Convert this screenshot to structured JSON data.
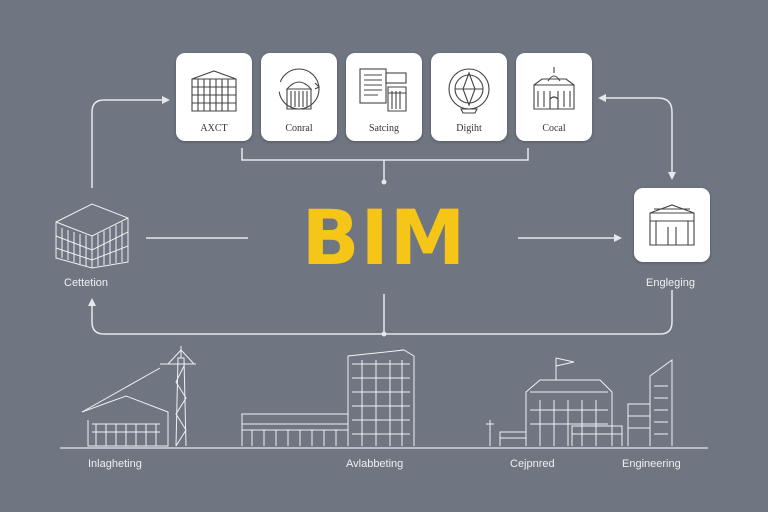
{
  "title": "BIM",
  "top_cards": [
    {
      "label": "AXCT",
      "icon": "building-icon"
    },
    {
      "label": "Conral",
      "icon": "rotunda-icon"
    },
    {
      "label": "Satcing",
      "icon": "documents-icon"
    },
    {
      "label": "Digiht",
      "icon": "compass-icon"
    },
    {
      "label": "Cocal",
      "icon": "palace-icon"
    }
  ],
  "right_card": {
    "label": "Engleging",
    "icon": "box-building-icon"
  },
  "left_node": {
    "label": "Cettetion",
    "icon": "wireframe-building-icon"
  },
  "bottom_labels": [
    "Inlagheting",
    "Avlabbeting",
    "Cejpnred",
    "Engineering"
  ],
  "colors": {
    "background": "#6f7682",
    "accent": "#f5c518",
    "line": "#e6e8eb",
    "card": "#ffffff"
  }
}
